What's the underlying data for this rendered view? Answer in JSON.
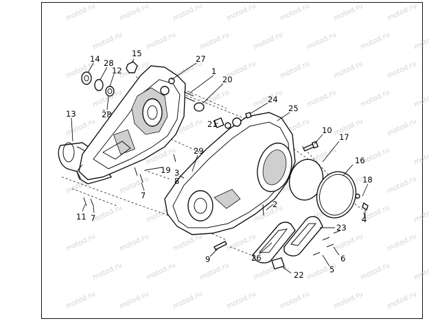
{
  "watermark": {
    "text": "motod.ru"
  },
  "diagram": {
    "callouts": [
      {
        "id": "c14",
        "label": "14"
      },
      {
        "id": "c15",
        "label": "15"
      },
      {
        "id": "c28a",
        "label": "28"
      },
      {
        "id": "c12",
        "label": "12"
      },
      {
        "id": "c28b",
        "label": "28"
      },
      {
        "id": "c27",
        "label": "27"
      },
      {
        "id": "c1",
        "label": "1"
      },
      {
        "id": "c20",
        "label": "20"
      },
      {
        "id": "c13",
        "label": "13"
      },
      {
        "id": "c24",
        "label": "24"
      },
      {
        "id": "c25",
        "label": "25"
      },
      {
        "id": "c21",
        "label": "21"
      },
      {
        "id": "c10",
        "label": "10"
      },
      {
        "id": "c17",
        "label": "17"
      },
      {
        "id": "c29",
        "label": "29"
      },
      {
        "id": "c16",
        "label": "16"
      },
      {
        "id": "c19",
        "label": "19"
      },
      {
        "id": "c3",
        "label": "3"
      },
      {
        "id": "c8",
        "label": "8"
      },
      {
        "id": "c18",
        "label": "18"
      },
      {
        "id": "c7a",
        "label": "7"
      },
      {
        "id": "c2",
        "label": "2"
      },
      {
        "id": "c4",
        "label": "4"
      },
      {
        "id": "c11",
        "label": "11"
      },
      {
        "id": "c7b",
        "label": "7"
      },
      {
        "id": "c23",
        "label": "23"
      },
      {
        "id": "c6",
        "label": "6"
      },
      {
        "id": "c26",
        "label": "26"
      },
      {
        "id": "c9",
        "label": "9"
      },
      {
        "id": "c5",
        "label": "5"
      },
      {
        "id": "c22",
        "label": "22"
      }
    ]
  }
}
